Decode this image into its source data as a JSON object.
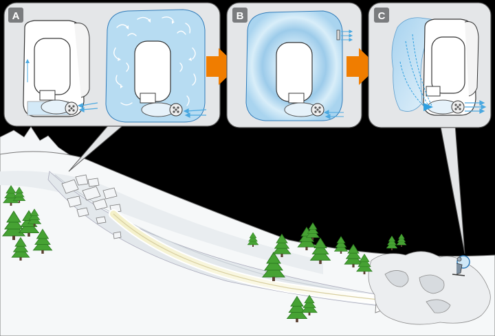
{
  "panels": [
    {
      "letter": "A",
      "stage": "inflation"
    },
    {
      "letter": "B",
      "stage": "inflated"
    },
    {
      "letter": "C",
      "stage": "deflation"
    }
  ],
  "colors": {
    "background": "#000000",
    "panel_fill": "#e4e6e8",
    "panel_stroke": "#5a5a5a",
    "badge_fill": "#7a7c7e",
    "airbag_blue": "#b7dcf2",
    "arrow_orange": "#f07d00",
    "snow": "#ffffff",
    "snow_shadow": "#dfe4e8",
    "tree_green": "#46a233",
    "tree_dark": "#2c7a20",
    "flow_arrow": "#ffffff",
    "airflow": "#2e9fe0"
  },
  "icons": [
    "avalanche-airbag-backpack-icon",
    "fan-blower-icon",
    "skier-icon",
    "pine-tree-icon",
    "orange-arrow-icon"
  ]
}
